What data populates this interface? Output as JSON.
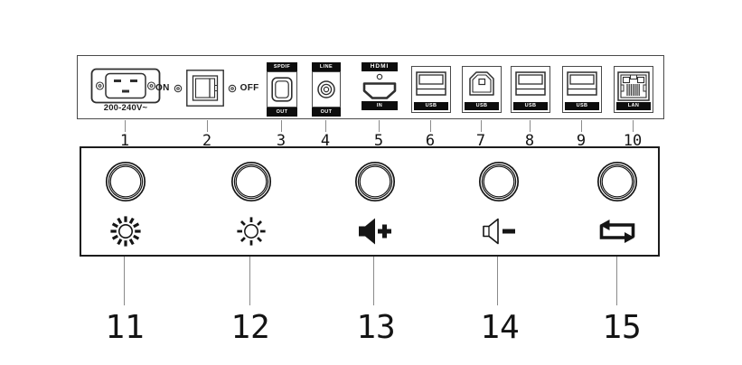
{
  "panel_top": {
    "power": {
      "voltage_label": "200-240V~",
      "callout": "1"
    },
    "power_switch": {
      "on_label": "ON",
      "off_label": "OFF",
      "callout": "2"
    },
    "io_ports": [
      {
        "name": "spdif-out",
        "top_label": "SPDIF",
        "bottom_label": "OUT",
        "callout": "3"
      },
      {
        "name": "line-out",
        "top_label": "LINE",
        "bottom_label": "OUT",
        "callout": "4"
      },
      {
        "name": "hdmi-in",
        "top_label": "HDMI",
        "bottom_label": "IN",
        "callout": "5"
      },
      {
        "name": "usb-a-1",
        "bottom_label": "USB",
        "callout": "6"
      },
      {
        "name": "usb-b",
        "bottom_label": "USB",
        "callout": "7"
      },
      {
        "name": "usb-a-2",
        "bottom_label": "USB",
        "callout": "8"
      },
      {
        "name": "usb-a-3",
        "bottom_label": "USB",
        "callout": "9"
      },
      {
        "name": "lan",
        "bottom_label": "LAN",
        "callout": "10"
      }
    ]
  },
  "panel_bottom": {
    "buttons": [
      {
        "name": "brightness-up",
        "callout": "11"
      },
      {
        "name": "brightness-down",
        "callout": "12"
      },
      {
        "name": "volume-up",
        "callout": "13"
      },
      {
        "name": "volume-down",
        "callout": "14"
      },
      {
        "name": "input-source",
        "callout": "15"
      }
    ]
  },
  "colors": {
    "ink": "#151515",
    "label_bar_bg": "#0d0d0d",
    "label_text": "#ffffff",
    "leader_line": "#8a8a8a",
    "background": "#ffffff"
  }
}
